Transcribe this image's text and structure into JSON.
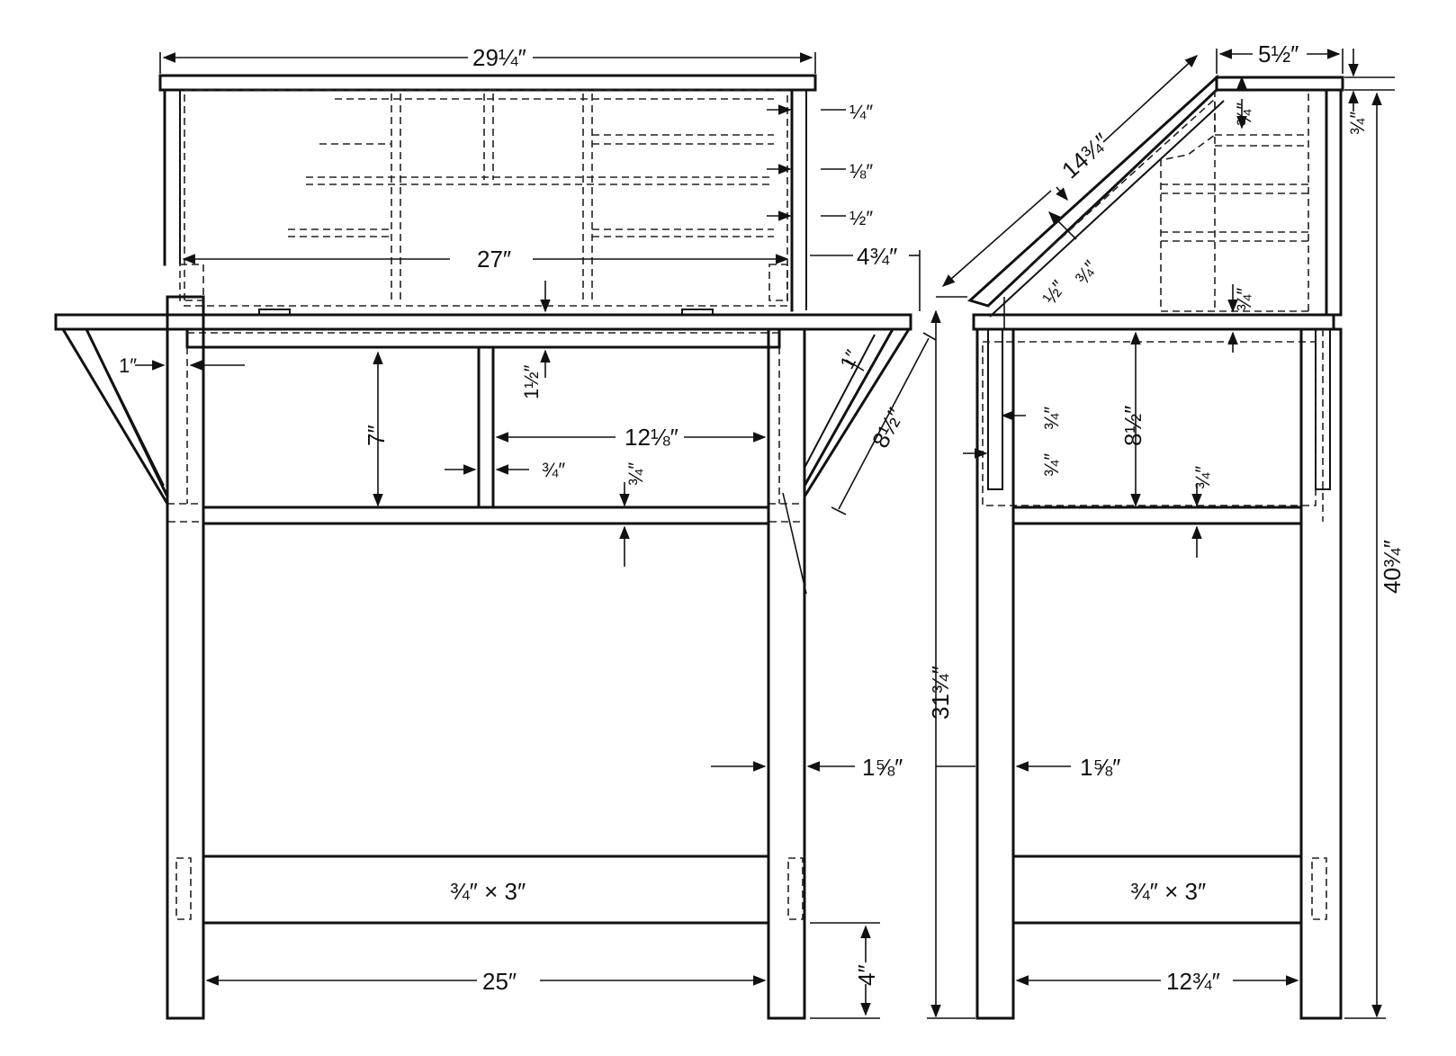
{
  "front_view": {
    "overall_width": "29¼″",
    "inner_width": "27″",
    "shelf_1": "¼″",
    "shelf_2": "⅛″",
    "shelf_3": "½″",
    "shelf_overhang": "4¾″",
    "edge_1": "1″",
    "rail_height": "1½″",
    "apron_height": "7″",
    "drawer_width": "12⅛″",
    "partition": "¾″",
    "rail_thickness": "¾″",
    "bracket_length": "8½″",
    "bracket_edge": "1″",
    "leg_width": "1⅝″",
    "stretcher": "¾″ × 3″",
    "leg_spacing": "25″",
    "stretcher_height": "4″"
  },
  "side_view": {
    "top_depth": "5½″",
    "slope_length": "14¾″",
    "slope_1": "½″",
    "slope_2": "¾″",
    "back_1": "¾″",
    "back_2": "¾″",
    "shelf_gap": "¾″",
    "top_height": "31¾″",
    "overall_height": "40¾″",
    "side_1": "¾″",
    "side_2": "¾″",
    "apron_height": "8½″",
    "rail_thickness": "¾″",
    "leg_width": "1⅝″",
    "stretcher": "¾″ × 3″",
    "leg_spacing": "12¾″"
  }
}
